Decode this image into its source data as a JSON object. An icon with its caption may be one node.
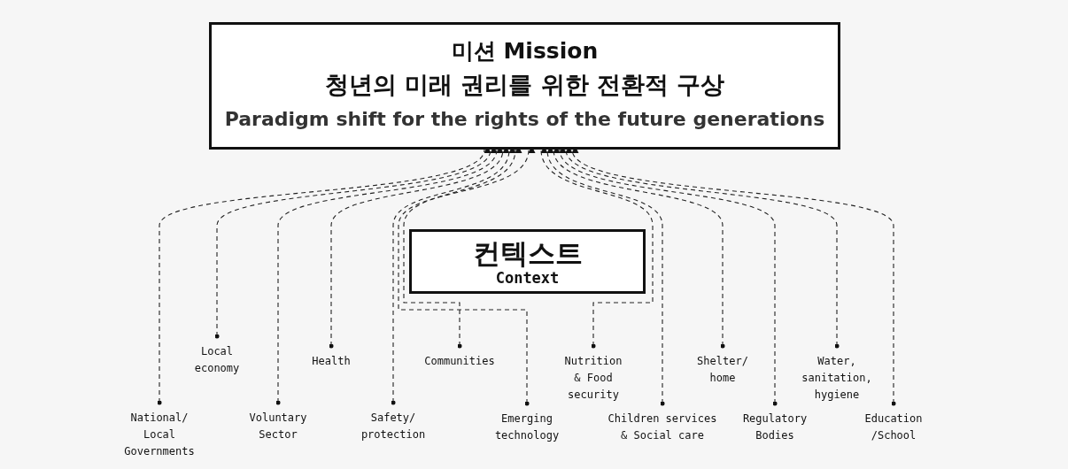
{
  "diagram": {
    "nodes": [
      {
        "text": [
          "미션 Mission",
          "청년의 미래 권리를 위한 전환적 구상",
          "Paradigm shift for the rights of the future generations"
        ]
      },
      {
        "text": [
          "컨텍스트",
          "Context"
        ]
      },
      {
        "text": [
          "National/ Local Governments"
        ]
      },
      {
        "text": [
          "Local economy"
        ]
      },
      {
        "text": [
          "Voluntary Sector"
        ]
      },
      {
        "text": [
          "Health"
        ]
      },
      {
        "text": [
          "Safety/ protection"
        ]
      },
      {
        "text": [
          "Communities"
        ]
      },
      {
        "text": [
          "Emerging technology"
        ]
      },
      {
        "text": [
          "Nutrition & Food security"
        ]
      },
      {
        "text": [
          "Children services & Social care"
        ]
      },
      {
        "text": [
          "Shelter/ home"
        ]
      },
      {
        "text": [
          "Regulatory Bodies"
        ]
      },
      {
        "text": [
          "Water, sanitation, hygiene"
        ]
      },
      {
        "text": [
          "Education /School"
        ]
      }
    ],
    "edges": [
      {
        "from": 2,
        "to": 0,
        "arrow": "to"
      },
      {
        "from": 3,
        "to": 0,
        "arrow": "to"
      },
      {
        "from": 4,
        "to": 0,
        "arrow": "to"
      },
      {
        "from": 5,
        "to": 0,
        "arrow": "to"
      },
      {
        "from": 6,
        "to": 0,
        "arrow": "to"
      },
      {
        "from": 7,
        "to": 0,
        "arrow": "to"
      },
      {
        "from": 8,
        "to": 0,
        "arrow": "to"
      },
      {
        "from": 9,
        "to": 0,
        "arrow": "to"
      },
      {
        "from": 10,
        "to": 0,
        "arrow": "to"
      },
      {
        "from": 11,
        "to": 0,
        "arrow": "to"
      },
      {
        "from": 12,
        "to": 0,
        "arrow": "to"
      },
      {
        "from": 13,
        "to": 0,
        "arrow": "to"
      },
      {
        "from": 14,
        "to": 0,
        "arrow": "to"
      }
    ]
  }
}
